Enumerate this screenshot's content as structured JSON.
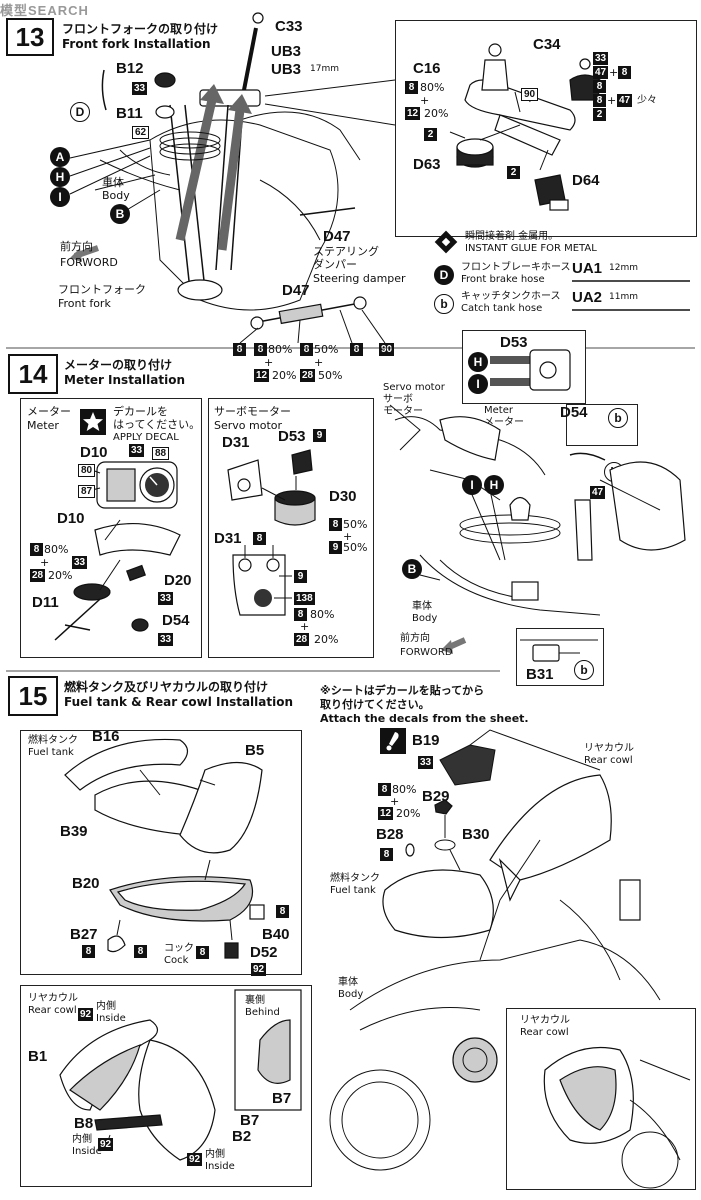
{
  "watermark": "模型SEARCH",
  "step13": {
    "number": "13",
    "title_jp": "フロントフォークの取り付け",
    "title_en": "Front fork Installation",
    "parts": {
      "C33": "C33",
      "UB3a": "UB3",
      "UB3b": "UB3",
      "ub3_length": "17mm",
      "B12": "B12",
      "B11": "B11",
      "D": "D",
      "A": "A",
      "H": "H",
      "I": "I",
      "B": "B",
      "C34": "C34",
      "C16": "C16",
      "D63": "D63",
      "D64": "D64",
      "D47": "D47"
    },
    "body_jp": "車体",
    "body_en": "Body",
    "forward_jp": "前方向",
    "forward_en": "FORWORD",
    "fork_jp": "フロントフォーク",
    "fork_en": "Front fork",
    "damper_jp1": "ステアリング",
    "damper_jp2": "ダンパー",
    "damper_en": "Steering damper",
    "codes": {
      "c33": "33",
      "c62": "62",
      "c90": "90",
      "c8": "8",
      "c12": "12",
      "c2": "2",
      "c47": "47",
      "c28": "28"
    },
    "pct": {
      "p80": "80%",
      "p20": "20%",
      "p50": "50%",
      "plus": "+",
      "small": "少々"
    },
    "legend": {
      "glue_jp": "瞬間接着剤 金属用。",
      "glue_en": "INSTANT GLUE FOR METAL",
      "D_jp": "フロントブレーキホース",
      "D_en": "Front brake hose",
      "UA1": "UA1",
      "UA1_len": "12mm",
      "b_jp": "キャッチタンクホース",
      "b_en": "Catch tank hose",
      "UA2": "UA2",
      "UA2_len": "11mm",
      "D_letter": "D",
      "b_letter": "b"
    }
  },
  "step14": {
    "number": "14",
    "title_jp": "メーターの取り付け",
    "title_en": "Meter Installation",
    "meter_jp": "メーター",
    "meter_en": "Meter",
    "decal_jp1": "デカールを",
    "decal_jp2": "はってください。",
    "decal_en": "APPLY DECAL",
    "servo_jp": "サーボモーター",
    "servo_en": "Servo motor",
    "servo_en2": "Servo motor",
    "servo_jp2a": "サーボ",
    "servo_jp2b": "モーター",
    "meter2_en": "Meter",
    "meter2_jp": "メーター",
    "body_jp": "車体",
    "body_en": "Body",
    "forward_jp": "前方向",
    "forward_en": "FORWORD",
    "parts": {
      "D10": "D10",
      "D10b": "D10",
      "D11": "D11",
      "D20": "D20",
      "D54": "D54",
      "D31": "D31",
      "D31b": "D31",
      "D53": "D53",
      "D30": "D30",
      "D53b": "D53",
      "D54b": "D54",
      "B31": "B31"
    },
    "codes": {
      "c80": "80",
      "c33": "33",
      "c88": "88",
      "c87": "87",
      "c8": "8",
      "c28": "28",
      "c9": "9",
      "c138": "138",
      "c47": "47"
    },
    "letters": {
      "H": "H",
      "I": "I",
      "B": "B",
      "b": "b"
    }
  },
  "step15": {
    "number": "15",
    "title_jp": "燃料タンク及びリヤカウルの取り付け",
    "title_en": "Fuel tank & Rear cowl Installation",
    "note_jp1": "※シートはデカールを貼ってから",
    "note_jp2": "取り付けてください。",
    "note_en": "Attach the decals from the sheet.",
    "fuel_jp": "燃料タンク",
    "fuel_en": "Fuel tank",
    "rear_jp": "リヤカウル",
    "rear_en": "Rear cowl",
    "cock_jp": "コック",
    "cock_en": "Cock",
    "inside_jp": "内側",
    "inside_en": "Inside",
    "behind_jp": "裏側",
    "behind_en": "Behind",
    "body_jp": "車体",
    "body_en": "Body",
    "parts": {
      "B16": "B16",
      "B5": "B5",
      "B39": "B39",
      "B20": "B20",
      "B40": "B40",
      "B27": "B27",
      "D52": "D52",
      "B19": "B19",
      "B29": "B29",
      "B28": "B28",
      "B30": "B30",
      "B1": "B1",
      "B8": "B8",
      "B2": "B2",
      "B7": "B7",
      "B7b": "B7"
    },
    "codes": {
      "c8": "8",
      "c92": "92",
      "c33": "33",
      "c12": "12"
    }
  }
}
